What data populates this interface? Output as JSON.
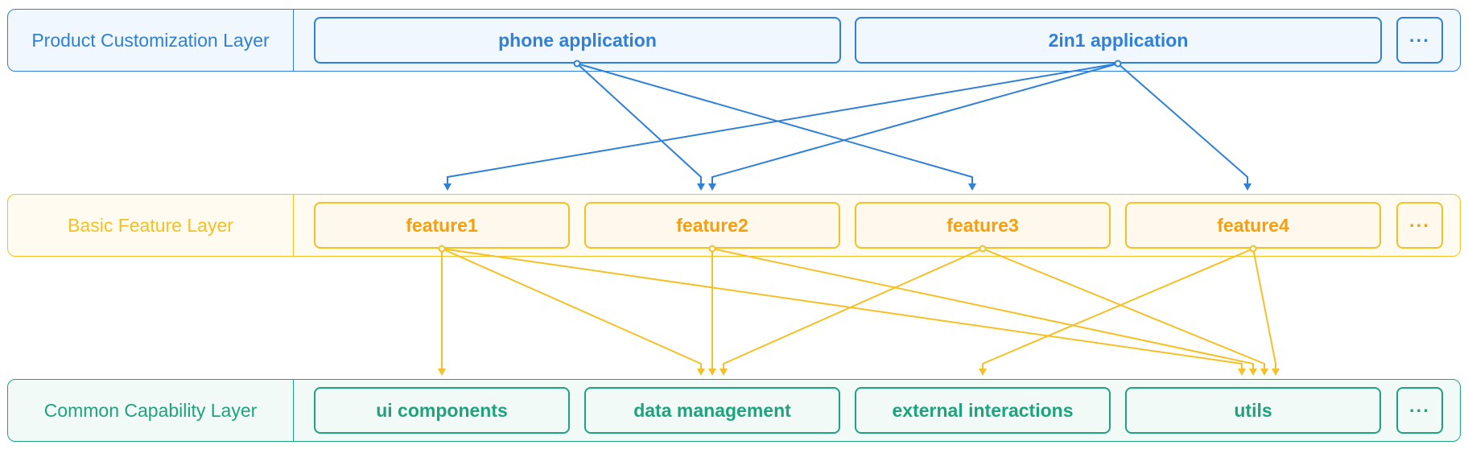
{
  "colors": {
    "product": "#2f80d6",
    "feature": "#f5c026",
    "feature_text": "#f5a00b",
    "common": "#1fa37f"
  },
  "layers": {
    "product": {
      "label": "Product Customization Layer",
      "items": [
        "phone application",
        "2in1 application"
      ],
      "more": "···"
    },
    "feature": {
      "label": "Basic Feature Layer",
      "items": [
        "feature1",
        "feature2",
        "feature3",
        "feature4"
      ],
      "more": "···"
    },
    "common": {
      "label": "Common Capability Layer",
      "items": [
        "ui components",
        "data management",
        "external interactions",
        "utils"
      ],
      "more": "···"
    }
  },
  "links": {
    "product_to_feature": [
      {
        "from": "phone application",
        "to": "feature2"
      },
      {
        "from": "phone application",
        "to": "feature3"
      },
      {
        "from": "2in1 application",
        "to": "feature1"
      },
      {
        "from": "2in1 application",
        "to": "feature2"
      },
      {
        "from": "2in1 application",
        "to": "feature4"
      }
    ],
    "feature_to_common": [
      {
        "from": "feature1",
        "to": "ui components"
      },
      {
        "from": "feature1",
        "to": "data management"
      },
      {
        "from": "feature1",
        "to": "utils"
      },
      {
        "from": "feature2",
        "to": "data management"
      },
      {
        "from": "feature2",
        "to": "utils"
      },
      {
        "from": "feature3",
        "to": "data management"
      },
      {
        "from": "feature3",
        "to": "utils"
      },
      {
        "from": "feature4",
        "to": "external interactions"
      },
      {
        "from": "feature4",
        "to": "utils"
      }
    ]
  }
}
